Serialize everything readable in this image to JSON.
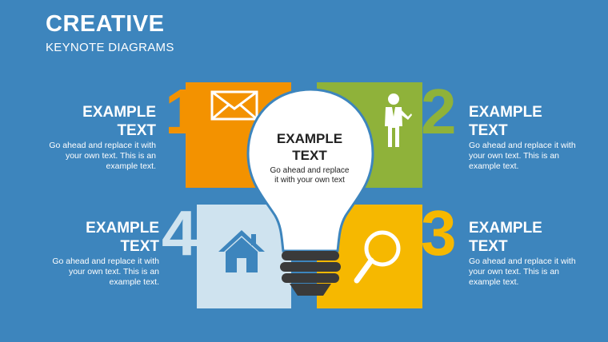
{
  "header": {
    "title": "CREATIVE",
    "subtitle": "KEYNOTE DIAGRAMS"
  },
  "colors": {
    "background": "#3d85bd",
    "orange": "#f39200",
    "green": "#8fb23a",
    "light_blue": "#cfe3ef",
    "yellow": "#f6b800",
    "bulb": "#ffffff",
    "bulb_base": "#3a3a3a"
  },
  "center": {
    "title_line1": "EXAMPLE",
    "title_line2": "TEXT",
    "body_line1": "Go ahead and replace",
    "body_line2": "it with your own text"
  },
  "items": [
    {
      "number": "1",
      "icon": "envelope-icon",
      "title_line1": "EXAMPLE",
      "title_line2": "TEXT",
      "body_line1": "Go ahead and replace it with",
      "body_line2": "your own text. This is an",
      "body_line3": "example text."
    },
    {
      "number": "2",
      "icon": "person-icon",
      "title_line1": "EXAMPLE",
      "title_line2": "TEXT",
      "body_line1": "Go ahead and replace it with",
      "body_line2": "your own text. This is an",
      "body_line3": "example text."
    },
    {
      "number": "3",
      "icon": "magnifier-icon",
      "title_line1": "EXAMPLE",
      "title_line2": "TEXT",
      "body_line1": "Go ahead and replace it with",
      "body_line2": "your own text. This is an",
      "body_line3": "example text."
    },
    {
      "number": "4",
      "icon": "home-icon",
      "title_line1": "EXAMPLE",
      "title_line2": "TEXT",
      "body_line1": "Go ahead and replace it with",
      "body_line2": "your own text. This is an",
      "body_line3": "example text."
    }
  ]
}
